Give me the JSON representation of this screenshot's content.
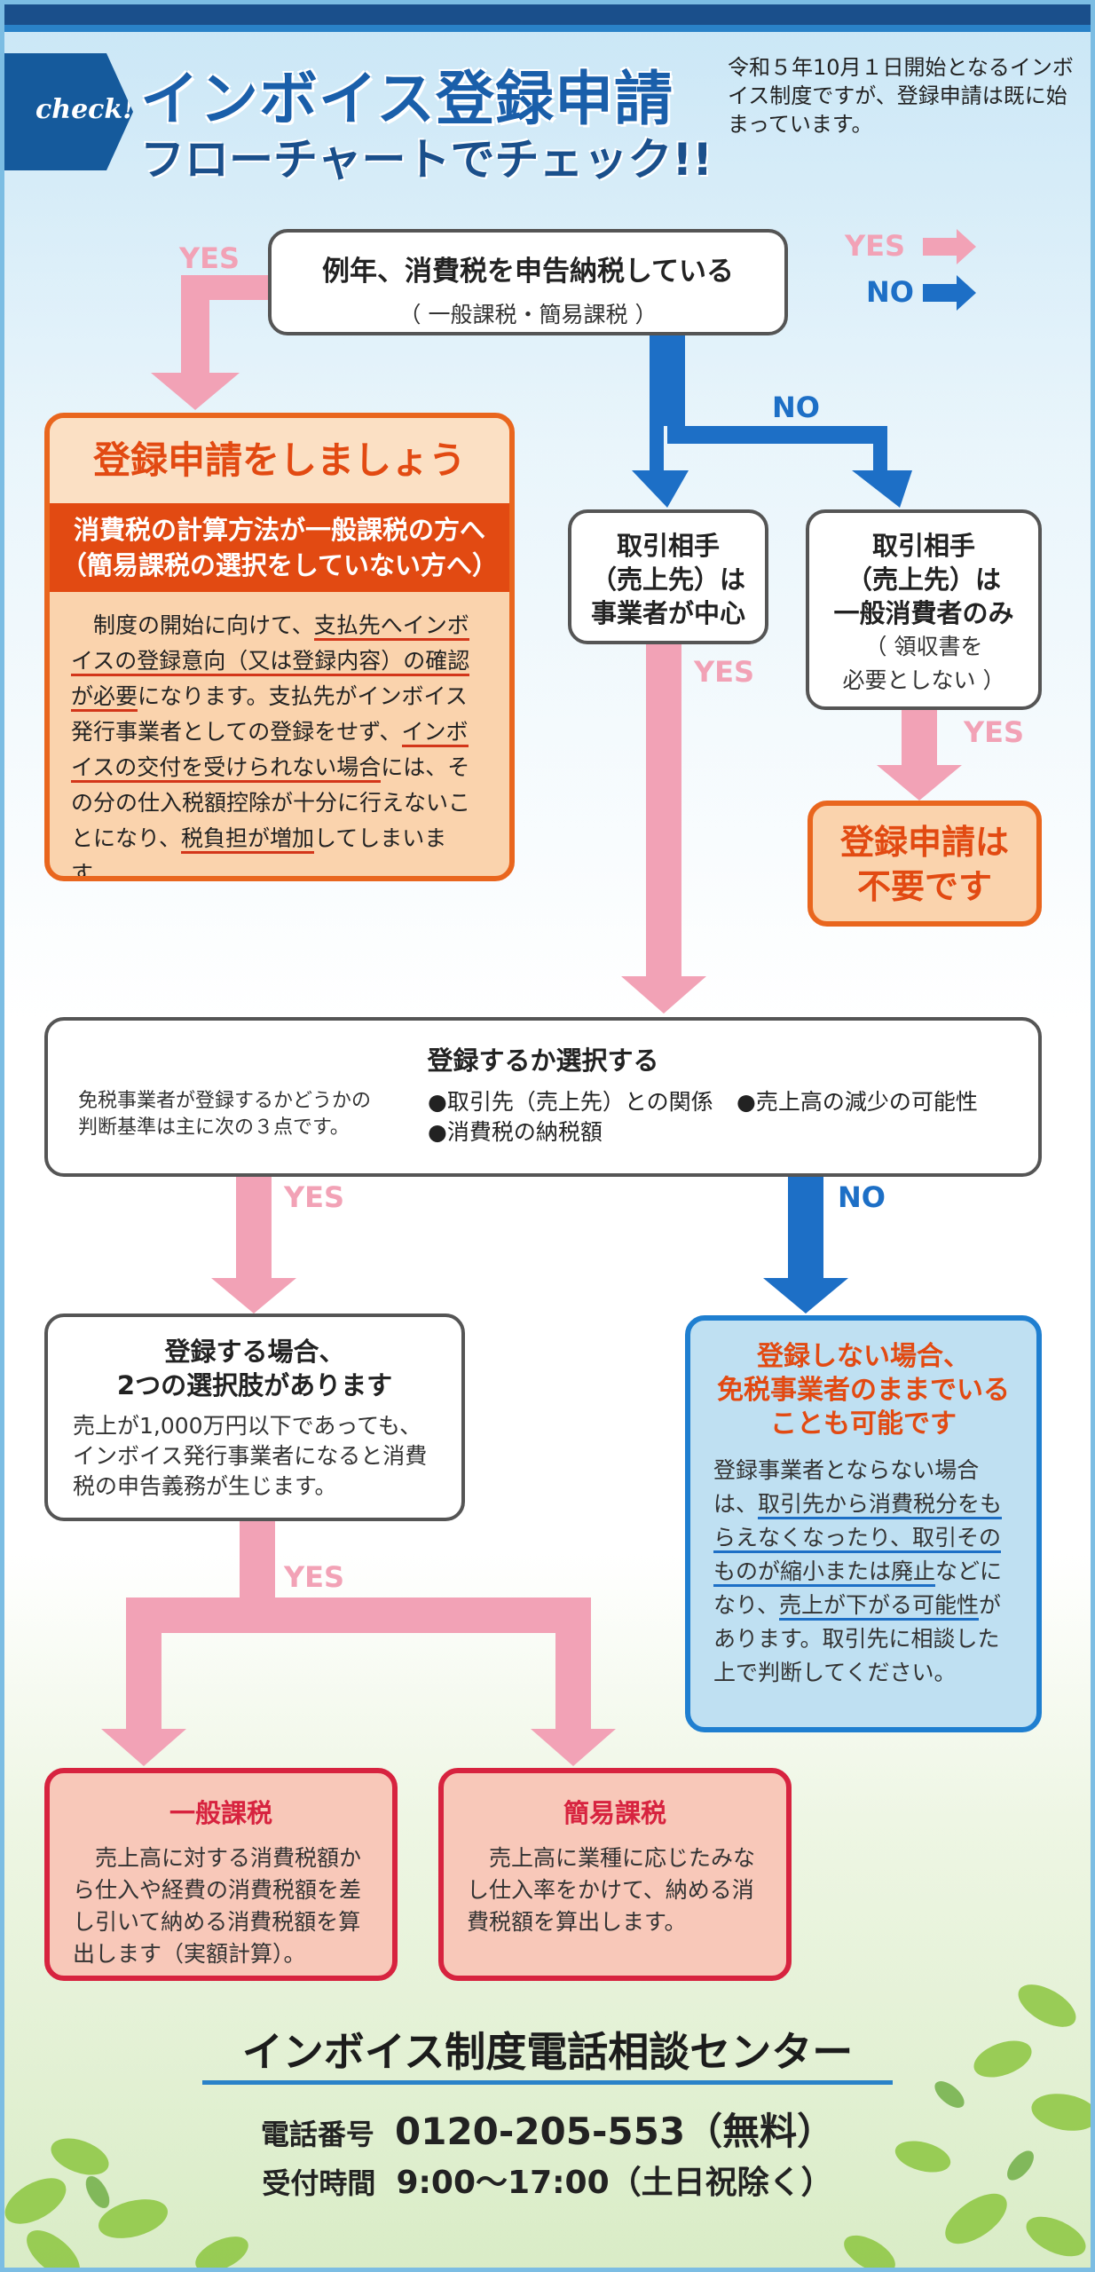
{
  "header": {
    "tag": "check!",
    "title_line1": "インボイス登録申請",
    "title_line2": "フローチャートでチェック!!",
    "intro": "令和５年10月１日開始となるインボイス制度ですが、登録申請は既に始まっています。"
  },
  "legend": {
    "yes": "YES",
    "no": "NO"
  },
  "flow": {
    "top": {
      "title": "例年、消費税を申告納税している",
      "sub": "（ 一般課税・簡易課税 ）"
    },
    "register": {
      "title": "登録申請をしましょう",
      "band_line1": "消費税の計算方法が一般課税の方へ",
      "band_line2": "（簡易課税の選択をしていない方へ）",
      "body": [
        {
          "t": "　制度の開始に向けて、",
          "u": ""
        },
        {
          "t": "支払先へインボイスの登録意向（又は登録内容）の確認が必要",
          "u": "red"
        },
        {
          "t": "になります。支払先がインボイス発行事業者としての登録をせず、",
          "u": ""
        },
        {
          "t": "インボイスの交付を受けられない場合",
          "u": "red"
        },
        {
          "t": "には、その分の仕入税額控除が十分に行えないことになり、",
          "u": ""
        },
        {
          "t": "税負担が増加",
          "u": "red"
        },
        {
          "t": "してしまいます。",
          "u": ""
        }
      ]
    },
    "business": {
      "line1": "取引相手",
      "line2": "（売上先）は",
      "line3": "事業者が中心"
    },
    "consumer": {
      "line1": "取引相手",
      "line2": "（売上先）は",
      "line3": "一般消費者のみ",
      "sub1": "（ 領収書を",
      "sub2": "必要としない ）"
    },
    "not_needed": {
      "line1": "登録申請は",
      "line2": "不要です"
    },
    "choose": {
      "title": "登録するか選択する",
      "desc_line1": "免税事業者が登録するかどうかの",
      "desc_line2": "判断基準は主に次の３点です。",
      "point1": "●取引先（売上先）との関係",
      "point2": "●売上高の減少の可能性",
      "point3": "●消費税の納税額"
    },
    "register_yes": {
      "title_line1": "登録する場合、",
      "title_line2": "2つの選択肢があります",
      "body": "売上が1,000万円以下であっても、インボイス発行事業者になると消費税の申告義務が生じます。"
    },
    "register_no": {
      "title_line1": "登録しない場合、",
      "title_line2": "免税事業者のままでいる",
      "title_line3": "ことも可能です",
      "body": [
        {
          "t": "登録事業者とならない場合は、",
          "u": ""
        },
        {
          "t": "取引先から消費税分をもらえなくなったり、取引そのものが縮小または廃止",
          "u": "blue"
        },
        {
          "t": "などになり、",
          "u": ""
        },
        {
          "t": "売上が下がる可能性",
          "u": "blue"
        },
        {
          "t": "があります。取引先に相談した上で判断してください。",
          "u": ""
        }
      ]
    },
    "general": {
      "title": "一般課税",
      "body": "　売上高に対する消費税額から仕入や経費の消費税額を差し引いて納める消費税額を算出します（実額計算）。"
    },
    "simple": {
      "title": "簡易課税",
      "body": "　売上高に業種に応じたみなし仕入率をかけて、納める消費税額を算出します。"
    }
  },
  "footer": {
    "center": "インボイス制度電話相談センター",
    "phone_label": "電話番号",
    "phone": "0120-205-553（無料）",
    "hours_label": "受付時間",
    "hours": "9:00～17:00（土日祝除く）"
  },
  "colors": {
    "yes": "#f2a2b6",
    "no": "#1d6fc6",
    "orange": "#e9661e",
    "blue": "#1f7fd0",
    "red": "#d7233f"
  }
}
